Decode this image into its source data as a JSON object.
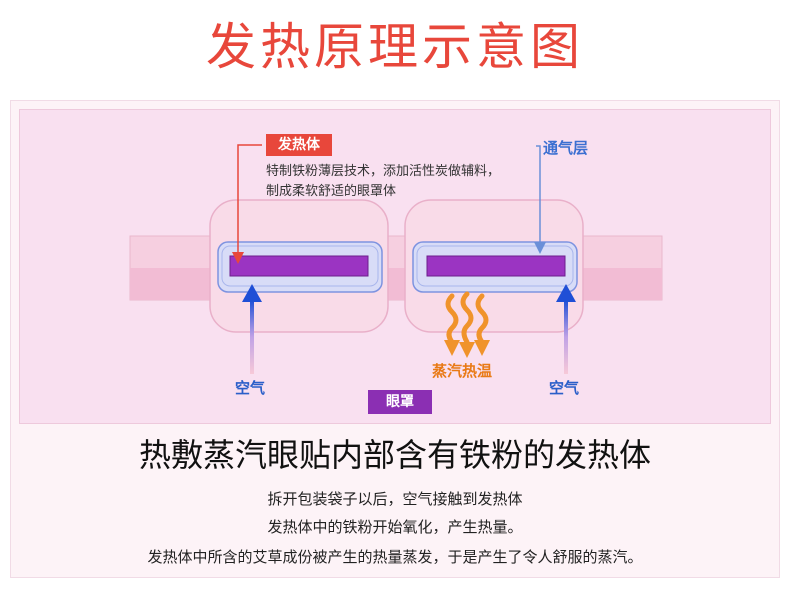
{
  "title": "发热原理示意图",
  "diagram": {
    "heat_tag": "发热体",
    "heat_desc_1": "特制铁粉薄层技术，添加活性炭做辅料，",
    "heat_desc_2": "制成柔软舒适的眼罩体",
    "vent_label": "通气层",
    "air_left": "空气",
    "air_right": "空气",
    "steam_label": "蒸汽热温",
    "mask_tag": "眼罩",
    "colors": {
      "heat": "#e8473b",
      "pad": "#9b34c2",
      "air_arrow": "#1f4fd6",
      "steam": "#f0932b"
    }
  },
  "heading": "热敷蒸汽眼贴内部含有铁粉的发热体",
  "lines": [
    "拆开包装袋子以后，空气接触到发热体",
    "发热体中的铁粉开始氧化，产生热量。",
    "发热体中所含的艾草成份被产生的热量蒸发，于是产生了令人舒服的蒸汽。"
  ]
}
